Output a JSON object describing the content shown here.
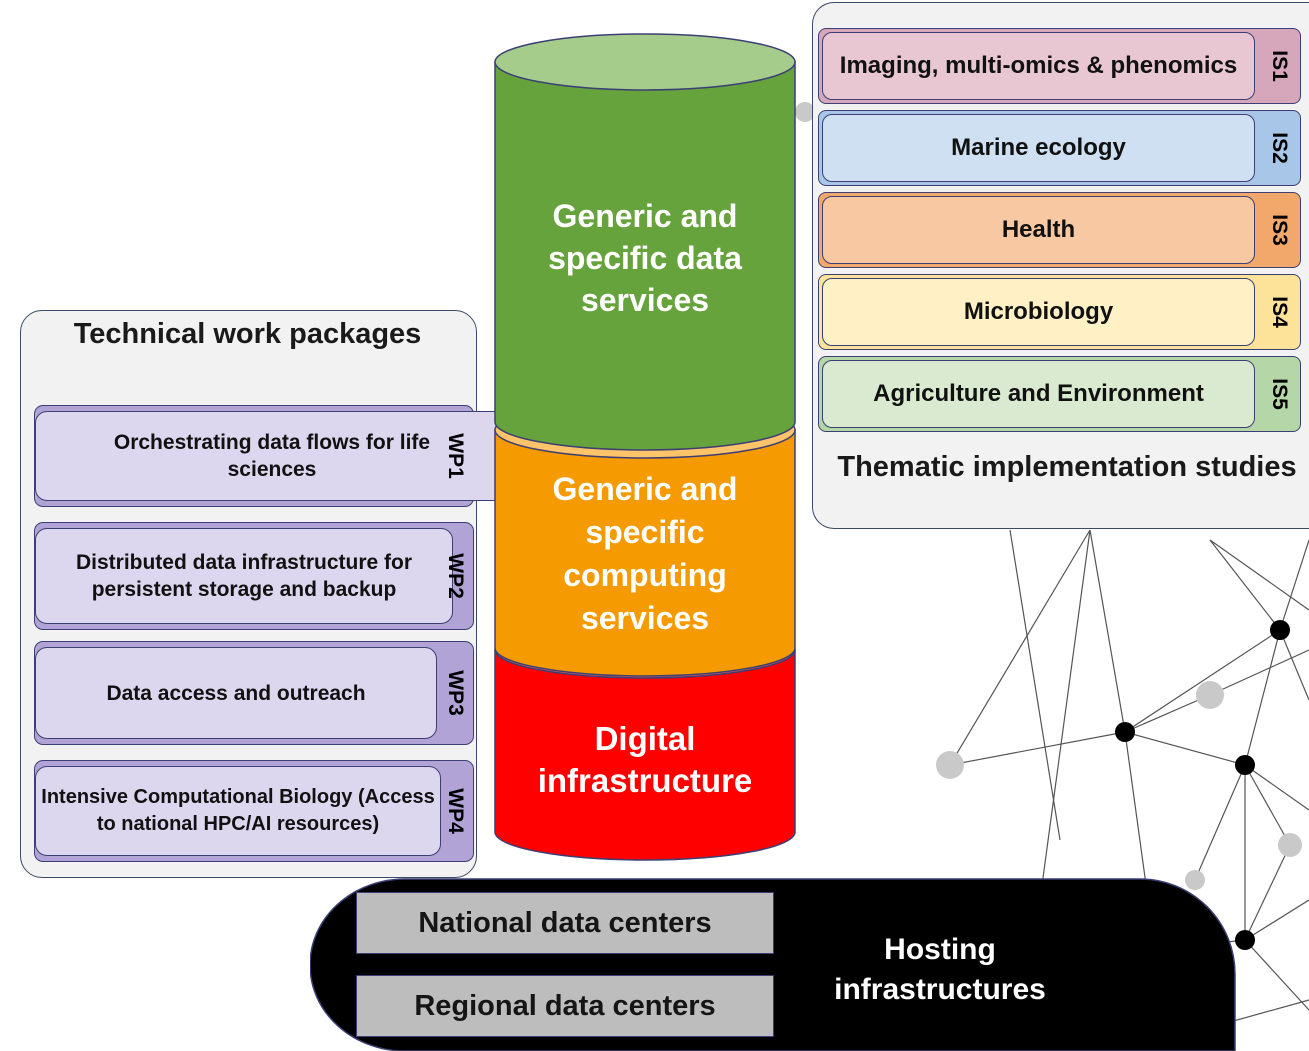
{
  "technical": {
    "title": "Technical work packages",
    "packages": [
      {
        "id": "WP1",
        "label": "Orchestrating data flows for life sciences"
      },
      {
        "id": "WP2",
        "label": "Distributed data infrastructure for persistent  storage and backup"
      },
      {
        "id": "WP3",
        "label": "Data access and outreach"
      },
      {
        "id": "WP4",
        "label": "Intensive Computational Biology (Access to national HPC/AI resources)"
      }
    ]
  },
  "cylinder": {
    "data_services": "Generic and specific data services",
    "computing_services": "Generic and specific computing services",
    "digital_infrastructure": "Digital infrastructure"
  },
  "thematic": {
    "title": "Thematic implementation studies",
    "studies": [
      {
        "id": "IS1",
        "label": "Imaging, multi-omics & phenomics"
      },
      {
        "id": "IS2",
        "label": "Marine ecology"
      },
      {
        "id": "IS3",
        "label": "Health"
      },
      {
        "id": "IS4",
        "label": "Microbiology"
      },
      {
        "id": "IS5",
        "label": "Agriculture and Environment"
      }
    ]
  },
  "hosting": {
    "title": "Hosting infrastructures",
    "national": "National data centers",
    "regional": "Regional data centers"
  },
  "colors": {
    "data_services": "#66a33c",
    "computing_services": "#f59a00",
    "digital_infrastructure": "#ff0000",
    "is1": "#e8c7d3",
    "is2": "#cfe0f2",
    "is3": "#f8c8a2",
    "is4": "#fff0c6",
    "is5": "#d9ead0"
  }
}
